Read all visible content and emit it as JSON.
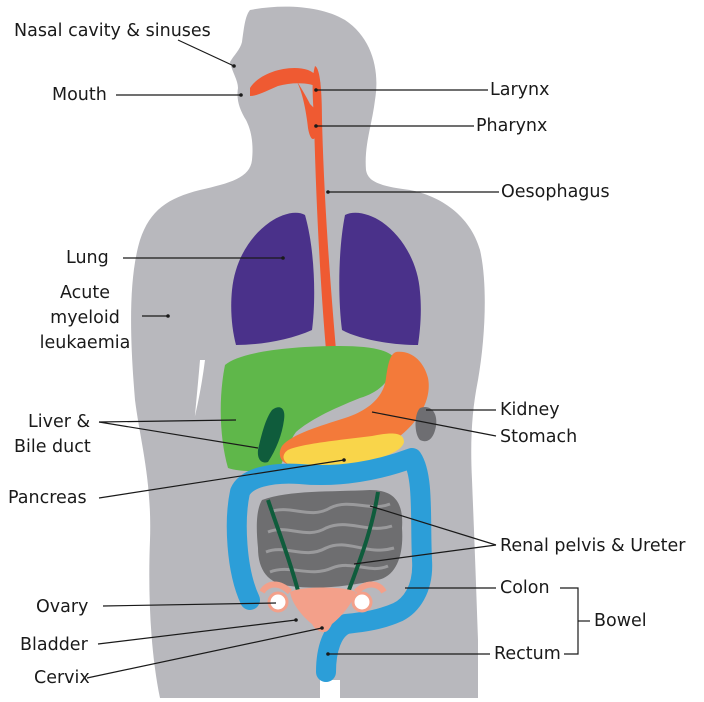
{
  "labels": {
    "nasal": "Nasal cavity & sinuses",
    "mouth": "Mouth",
    "lung": "Lung",
    "aml": [
      "Acute",
      "myeloid",
      "leukaemia"
    ],
    "liver": [
      "Liver &",
      "Bile duct"
    ],
    "pancreas": "Pancreas",
    "ovary": "Ovary",
    "bladder": "Bladder",
    "cervix": "Cervix",
    "larynx": "Larynx",
    "pharynx": "Pharynx",
    "oesophagus": "Oesophagus",
    "kidney": "Kidney",
    "stomach": "Stomach",
    "renal": "Renal pelvis & Ureter",
    "colon": "Colon",
    "rectum": "Rectum",
    "bowel": "Bowel"
  },
  "colors": {
    "body": "#b8b8bd",
    "airway": "#ef5a32",
    "lungs": "#4a318a",
    "liver": "#5fb74a",
    "gallbladder": "#0f5c3c",
    "stomach": "#f37a3a",
    "pancreas": "#f9d54a",
    "colon": "#2c9ed8",
    "intestine": "#6e6e70",
    "reproductive": "#f3a08a",
    "leader_line": "#1a1a1a"
  }
}
